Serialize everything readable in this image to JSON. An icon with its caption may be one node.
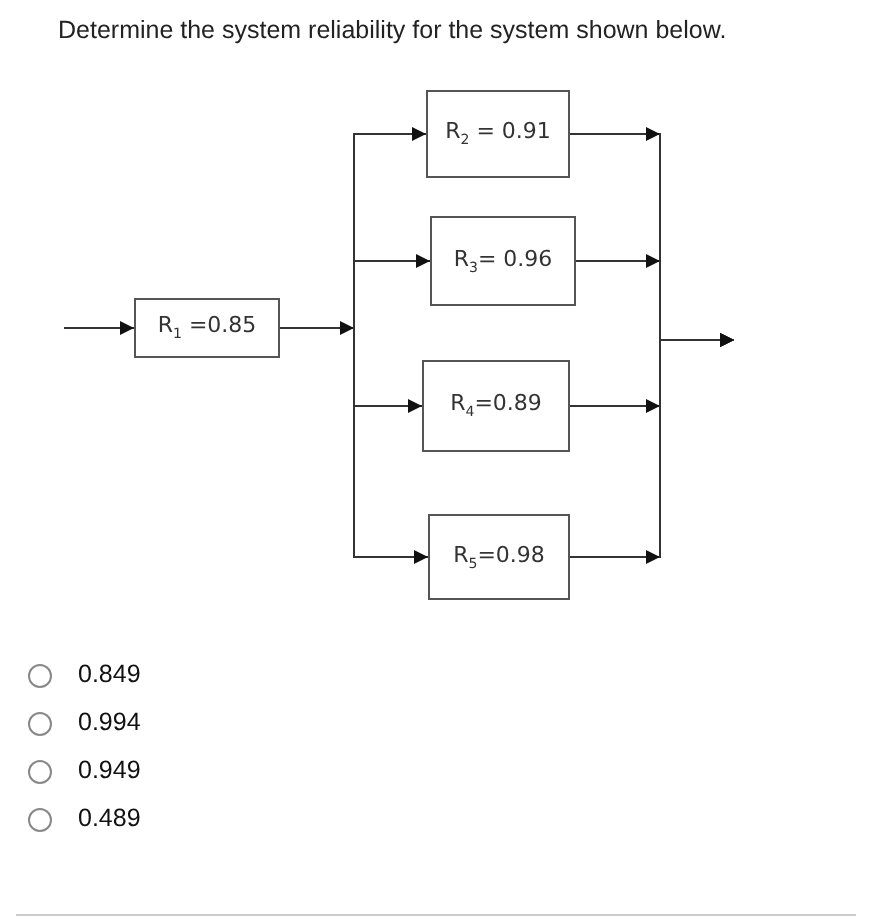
{
  "diagram": {
    "title": "Determine the system reliability for the system shown below.",
    "nodes": [
      {
        "text": [
          "R$_{1}$ =0.85"
        ]
      },
      {
        "text": [
          "R$_{2}$ = 0.91"
        ]
      },
      {
        "text": [
          "R$_{3}$= 0.96"
        ]
      },
      {
        "text": [
          "R$_{4}$=0.89"
        ]
      },
      {
        "text": [
          "R$_{5}$=0.98"
        ]
      }
    ],
    "edges": [
      {
        "from": null,
        "to": 0,
        "arrow": "to"
      },
      {
        "from": 0,
        "to": 1,
        "arrow": "to"
      },
      {
        "from": 0,
        "to": 2,
        "arrow": "to"
      },
      {
        "from": 0,
        "to": 3,
        "arrow": "to"
      },
      {
        "from": 0,
        "to": 4,
        "arrow": "to"
      },
      {
        "from": 1,
        "to": null,
        "arrow": "to"
      },
      {
        "from": 2,
        "to": null,
        "arrow": "to"
      },
      {
        "from": 3,
        "to": null,
        "arrow": "to"
      },
      {
        "from": 4,
        "to": null,
        "arrow": "to"
      }
    ],
    "labels": [
      "0.849",
      "0.994",
      "0.949",
      "0.489"
    ]
  }
}
